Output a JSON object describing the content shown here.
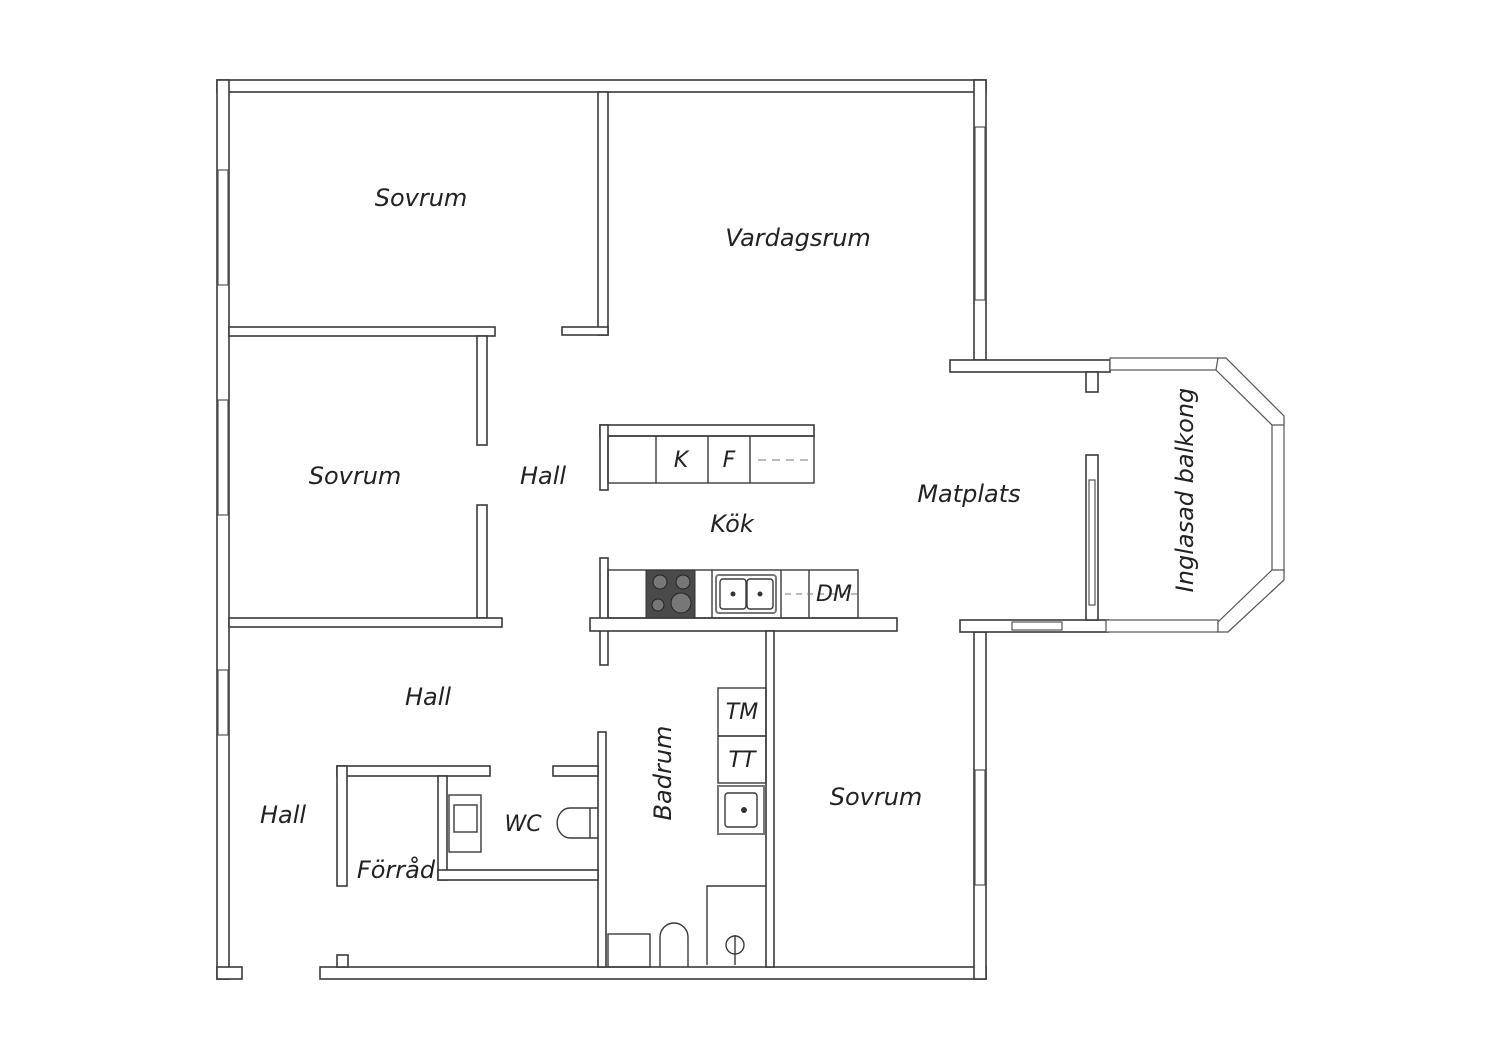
{
  "plan": {
    "rooms": {
      "sovrum_1": "Sovrum",
      "vardagsrum": "Vardagsrum",
      "sovrum_2": "Sovrum",
      "hall_1": "Hall",
      "kok": "Kök",
      "matplats": "Matplats",
      "inglasad_balkong": "Inglasad balkong",
      "hall_2": "Hall",
      "hall_3": "Hall",
      "forrad": "Förråd",
      "wc": "WC",
      "badrum": "Badrum",
      "sovrum_3": "Sovrum"
    },
    "appliances": {
      "k": "K",
      "f": "F",
      "dm": "DM",
      "tm": "TM",
      "tt": "TT"
    },
    "colors": {
      "wall": "#3a3a3a",
      "stove": "#4a4a4a"
    }
  }
}
